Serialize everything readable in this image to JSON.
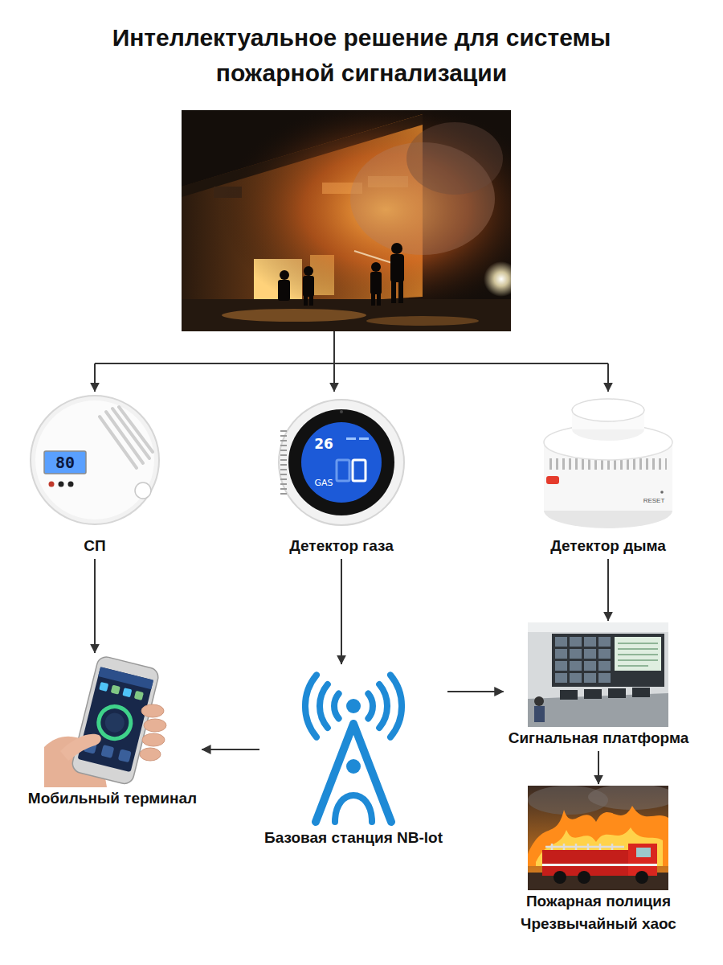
{
  "diagram": {
    "title": "Интеллектуальное решение для системы пожарной сигнализации",
    "nodes": [
      {
        "text": [
          "СП"
        ]
      },
      {
        "text": [
          "Детектор газа"
        ]
      },
      {
        "text": [
          "Детектор дыма"
        ]
      },
      {
        "text": [
          "Мобильный терминал"
        ]
      },
      {
        "text": [
          "Базовая станция NB-lot"
        ]
      },
      {
        "text": [
          "Сигнальная платформа"
        ]
      },
      {
        "text": [
          "Пожарная полиция",
          "Чрезвычайный хаос"
        ]
      }
    ],
    "edges": [
      {
        "from": 0,
        "to": 3,
        "arrow": "to"
      },
      {
        "from": 1,
        "to": 4,
        "arrow": "to"
      },
      {
        "from": 2,
        "to": 5,
        "arrow": "to"
      },
      {
        "from": 4,
        "to": 5,
        "arrow": "to"
      },
      {
        "from": 4,
        "to": 3,
        "arrow": "to"
      },
      {
        "from": 5,
        "to": 6,
        "arrow": "to"
      }
    ],
    "labels": [
      "80",
      "26",
      "GAS",
      "RESET"
    ]
  }
}
